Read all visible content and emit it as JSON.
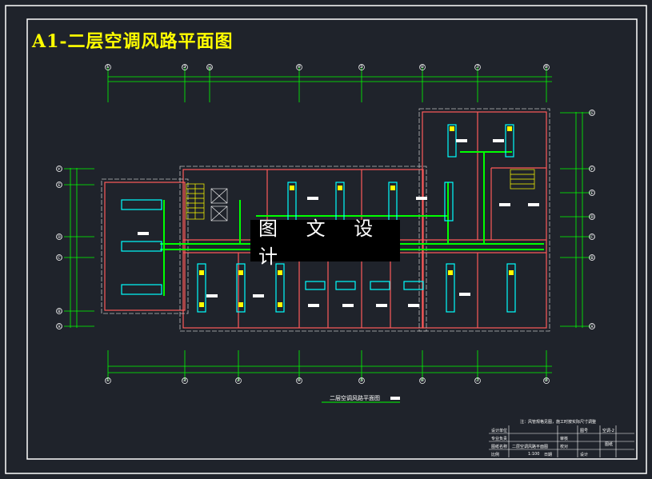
{
  "title": "A1-二层空调风路平面图",
  "watermark": "图 文 设 计",
  "caption": "二层空调风路平面图",
  "axis_top": [
    "①",
    "③",
    "⑮",
    "④",
    "⑤",
    "⑥",
    "⑦",
    "⑧"
  ],
  "axis_bottom": [
    "①",
    "②",
    "③",
    "④",
    "⑤",
    "⑥",
    "⑦",
    "⑧"
  ],
  "axis_left": [
    "Ⓕ",
    "Ⓔ",
    "Ⓓ",
    "Ⓒ",
    "Ⓑ",
    "Ⓐ"
  ],
  "axis_right": [
    "Ⓖ",
    "Ⓕ",
    "Ⓔ",
    "Ⓓ",
    "Ⓒ",
    "Ⓑ",
    "Ⓐ"
  ],
  "note": "注：风管规格见图，施工时按实际尺寸调整",
  "title_block": {
    "row1": [
      "设计单位",
      "",
      "",
      "图号",
      "空调-2"
    ],
    "row2": [
      "专业负责",
      "",
      "审核",
      "",
      ""
    ],
    "row3": [
      "图纸名称",
      "二层空调风路平面图",
      "校对",
      "",
      ""
    ],
    "row4": [
      "比例",
      "1:100",
      "日期",
      "设计",
      ""
    ],
    "side": "图纸"
  }
}
